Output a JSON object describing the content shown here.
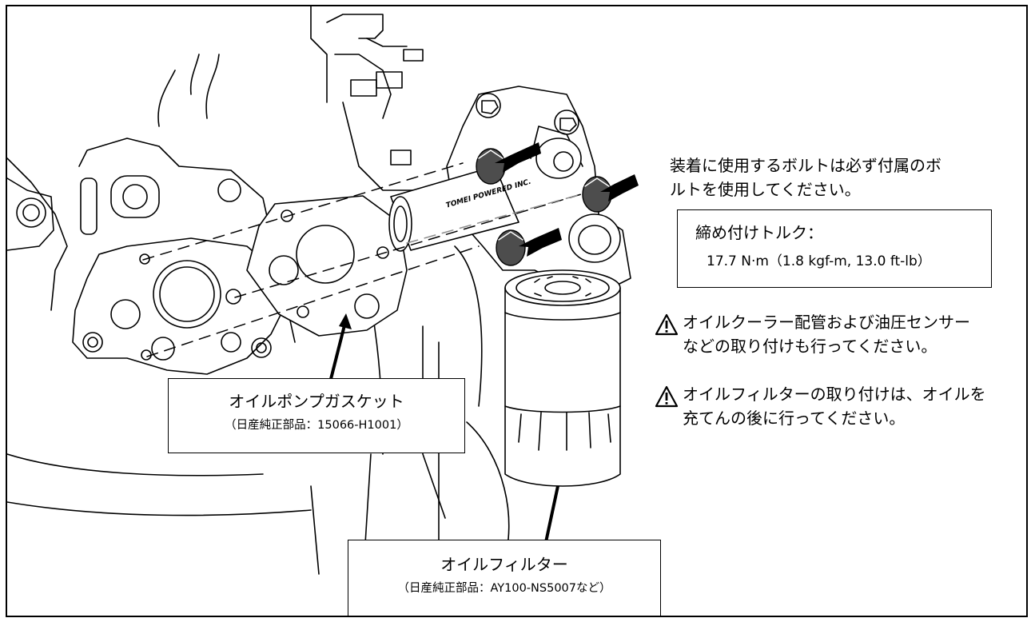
{
  "brand_stamp": "TOMEI POWERED INC.",
  "bolt_note": {
    "line1": "装着に使用するボルトは必ず付属のボ",
    "line2": "ルトを使用してください。"
  },
  "torque": {
    "label": "締め付けトルク：",
    "value": "17.7 N·m（1.8 kgf-m, 13.0 ft-lb）"
  },
  "warnings": [
    {
      "icon": "warning-triangle-icon",
      "line1": "オイルクーラー配管および油圧センサー",
      "line2": "などの取り付けも行ってください。"
    },
    {
      "icon": "warning-triangle-icon",
      "line1": "オイルフィルターの取り付けは、オイルを",
      "line2": "充てんの後に行ってください。"
    }
  ],
  "gasket_label": {
    "name": "オイルポンプガスケット",
    "part": "（日産純正部品：15066-H1001）"
  },
  "filter_label": {
    "name": "オイルフィルター",
    "part": "（日産純正部品：AY100-NS5007など）"
  },
  "colors": {
    "line": "#000000",
    "guide": "#8c8c8c",
    "bolt": "#4d4d4d",
    "paper": "#ffffff"
  }
}
